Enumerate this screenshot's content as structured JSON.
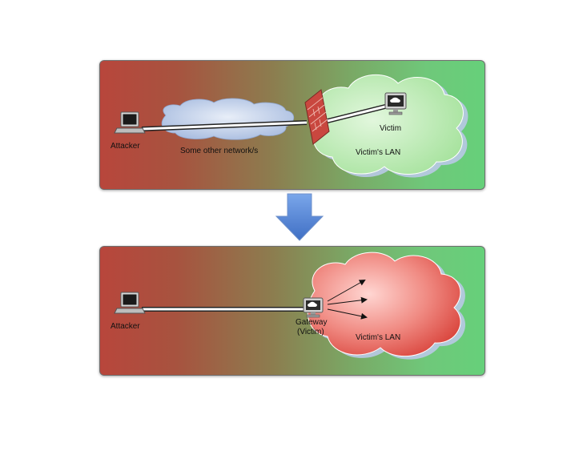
{
  "top_panel": {
    "attacker_label": "Attacker",
    "network_label": "Some other network/s",
    "victim_label": "Victim",
    "lan_label": "Victim's LAN"
  },
  "bottom_panel": {
    "attacker_label": "Attacker",
    "gateway_label": "Gateway",
    "gateway_sub_label": "(Victim)",
    "lan_label": "Victim's LAN"
  },
  "colors": {
    "attacker_side": "#b8463c",
    "victim_side": "#66d07a",
    "other_network_cloud": "#c4d4ec",
    "lan_cloud_safe": "#c6efc0",
    "lan_cloud_compromised": "#e86a62",
    "arrow": "#4a7fd0"
  }
}
